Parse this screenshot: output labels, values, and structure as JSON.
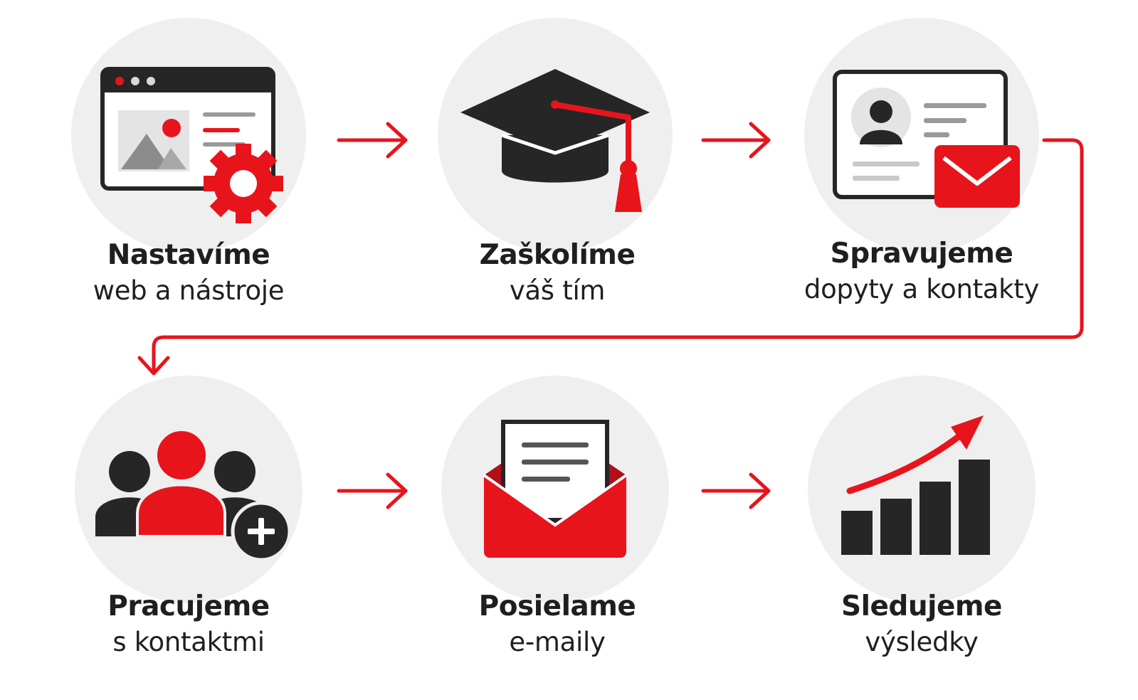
{
  "colors": {
    "accent": "#e8141c",
    "dark": "#262626",
    "circle": "#efefef",
    "grey": "#8c8c8c"
  },
  "steps": [
    {
      "title": "Nastavíme",
      "subtitle": "web a nástroje",
      "icon": "browser-settings-icon"
    },
    {
      "title": "Zaškolíme",
      "subtitle": "váš tím",
      "icon": "graduation-cap-icon"
    },
    {
      "title": "Spravujeme",
      "subtitle": "dopyty a kontakty",
      "icon": "contact-card-mail-icon"
    },
    {
      "title": "Pracujeme",
      "subtitle": "s kontaktmi",
      "icon": "add-users-icon"
    },
    {
      "title": "Posielame",
      "subtitle": "e-maily",
      "icon": "open-envelope-icon"
    },
    {
      "title": "Sledujeme",
      "subtitle": "výsledky",
      "icon": "growth-chart-icon"
    }
  ]
}
